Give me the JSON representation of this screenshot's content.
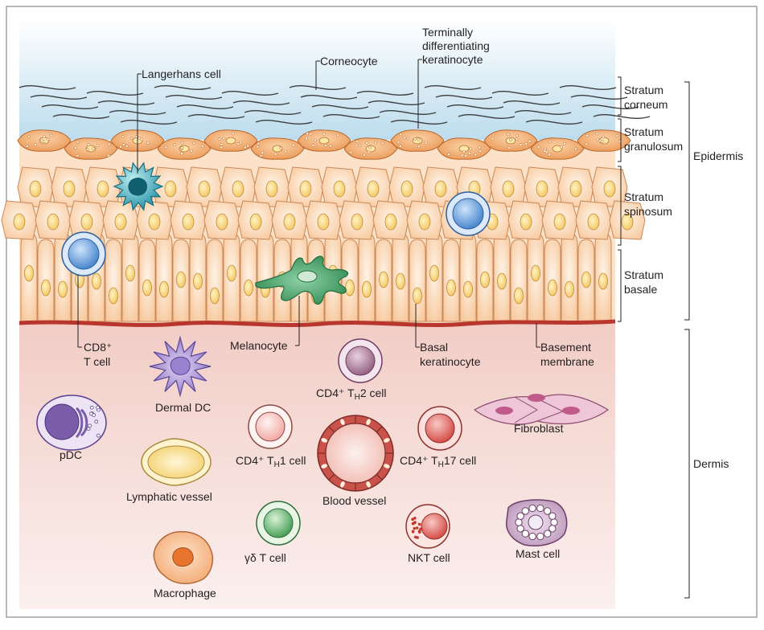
{
  "structures": {
    "langerhans_cell": "Langerhans cell",
    "corneocyte": "Corneocyte",
    "terminal_keratinocyte": [
      "Terminally",
      "differentiating",
      "keratinocyte"
    ],
    "cd8_t_cell": [
      "CD8⁺",
      "T cell"
    ],
    "melanocyte": "Melanocyte",
    "basal_keratinocyte": [
      "Basal",
      "keratinocyte"
    ],
    "basement_membrane": [
      "Basement",
      "membrane"
    ]
  },
  "layers": {
    "stratum_corneum": [
      "Stratum",
      "corneum"
    ],
    "stratum_granulosum": [
      "Stratum",
      "granulosum"
    ],
    "stratum_spinosum": [
      "Stratum",
      "spinosum"
    ],
    "stratum_basale": [
      "Stratum",
      "basale"
    ],
    "epidermis": "Epidermis",
    "dermis": "Dermis"
  },
  "cells": {
    "dermal_dc": "Dermal DC",
    "th2_pre": "CD4⁺ T",
    "th2_sub": "H",
    "th2_post": "2 cell",
    "pdc": "pDC",
    "th1_pre": "CD4⁺ T",
    "th1_sub": "H",
    "th1_post": "1 cell",
    "th17_pre": "CD4⁺ T",
    "th17_sub": "H",
    "th17_post": "17 cell",
    "fibroblast": "Fibroblast",
    "lymphatic_vessel": "Lymphatic vessel",
    "blood_vessel": "Blood vessel",
    "gd_t_cell": "γδ T cell",
    "nkt_cell": "NKT cell",
    "mast_cell": "Mast cell",
    "macrophage": "Macrophage"
  },
  "colors": {
    "corneum_blue": "#cfe6f2",
    "keratinocyte_fill": "#f9dcc0",
    "granular_orange": "#f0a868",
    "basement_red": "#c0392b",
    "dermis_pink": "#f4d8d2",
    "t_cell_blue": "#5b9bd5",
    "langerhans_teal": "#3aa7b8",
    "melanocyte_green": "#3c9a62",
    "th2_purple": "#9b6b8c",
    "th1_pink": "#f2b5b0",
    "th17_red": "#d9534f",
    "gd_green": "#5fb86b",
    "pdc_purple": "#7b5cab",
    "macrophage_orange": "#e87d3e",
    "fibroblast_pink": "#e8b4cc",
    "lymph_yellow": "#f7df92"
  }
}
